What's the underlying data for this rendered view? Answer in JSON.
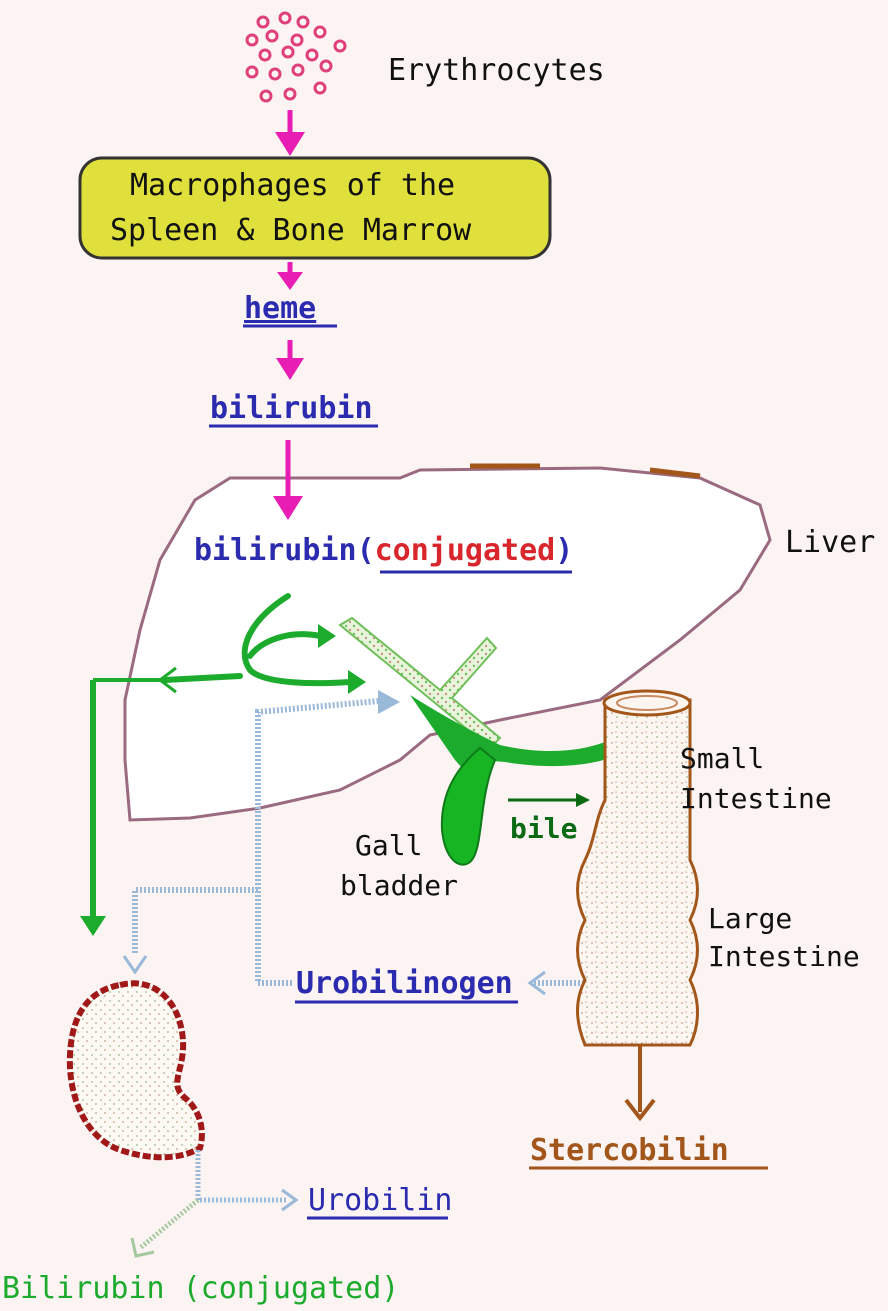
{
  "labels": {
    "erythrocytes": "Erythrocytes",
    "macrophages_line1": "Macrophages of the",
    "macrophages_line2": "Spleen & Bone Marrow",
    "heme": "heme",
    "bilirubin": "bilirubin",
    "bilirubin_conj_prefix": "bilirubin",
    "conjugated": "conjugated",
    "liver": "Liver",
    "small_line1": "Small",
    "small_line2": "Intestine",
    "large_line1": "Large",
    "large_line2": "Intestine",
    "gall_line1": "Gall",
    "gall_line2": "bladder",
    "bile": "bile",
    "urobilinogen": "Urobilinogen",
    "stercobilin": "Stercobilin",
    "urobilin": "Urobilin",
    "bilirubin_conj_bottom": "Bilirubin (conjugated)"
  },
  "colors": {
    "background": "#fcf3f3",
    "magenta_arrow": "#e81eb4",
    "macrophage_box": "#e0e03c",
    "link_blue": "#2b2bb0",
    "conjugated_red": "#d8262c",
    "green": "#1cab2c",
    "dotted_blue": "#9ab8d8",
    "brown": "#a2561a",
    "kidney": "#a01818",
    "erythrocyte": "#e0407a"
  }
}
